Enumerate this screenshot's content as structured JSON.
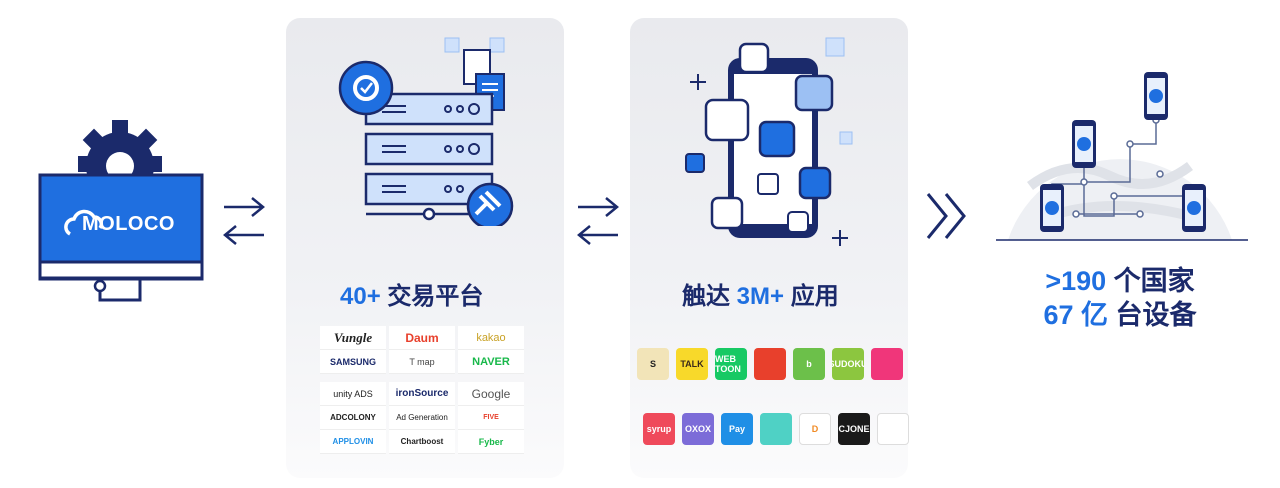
{
  "moloco": {
    "brand": "MOLOCO"
  },
  "exchanges": {
    "count": "40+",
    "label": "交易平台"
  },
  "reach": {
    "prefix": "触达",
    "count": "3M+",
    "label": "应用"
  },
  "stats": {
    "countries_value": ">190",
    "countries_label": "个国家",
    "devices_value": "67 亿",
    "devices_label": "台设备"
  },
  "exchange_logos": [
    "Vungle",
    "Daum",
    "kakao",
    "SAMSUNG",
    "T map",
    "NAVER",
    "unity ADS",
    "ironSource",
    "Google",
    "ADCOLONY",
    "Ad Generation",
    "FIVE",
    "APPLOVIN",
    "Chartboost",
    "Fyber"
  ],
  "app_icons_row1": [
    {
      "name": "scrabble-app-icon",
      "text": "S",
      "color": "#f2e4b8",
      "fg": "#222222"
    },
    {
      "name": "kakaotalk-app-icon",
      "text": "TALK",
      "color": "#f8d92a",
      "fg": "#3a2a1a"
    },
    {
      "name": "webtoon-app-icon",
      "text": "WEB TOON",
      "color": "#17c964",
      "fg": "#ffffff"
    },
    {
      "name": "candy-app-icon",
      "text": "",
      "color": "#e8402c",
      "fg": "#ffffff"
    },
    {
      "name": "b-app-icon",
      "text": "b",
      "color": "#6cc04a",
      "fg": "#ffffff"
    },
    {
      "name": "sudoku-app-icon",
      "text": "SUDOKU",
      "color": "#8cc63f",
      "fg": "#ffffff"
    },
    {
      "name": "shopping-bag-app-icon",
      "text": "",
      "color": "#f0367a",
      "fg": "#ffffff"
    }
  ],
  "app_icons_row2": [
    {
      "name": "syrup-app-icon",
      "text": "syrup",
      "color": "#ef4a5b",
      "fg": "#ffffff"
    },
    {
      "name": "oxo-app-icon",
      "text": "OXOX",
      "color": "#7c6cd8",
      "fg": "#ffffff"
    },
    {
      "name": "pay-app-icon",
      "text": "Pay",
      "color": "#1f8fe6",
      "fg": "#ffffff"
    },
    {
      "name": "peace-app-icon",
      "text": "",
      "color": "#4fd1c5",
      "fg": "#ffffff"
    },
    {
      "name": "d-app-icon",
      "text": "D",
      "color": "#ffffff",
      "fg": "#f08a24"
    },
    {
      "name": "cjone-app-icon",
      "text": "CJONE",
      "color": "#1a1a1a",
      "fg": "#ffffff"
    },
    {
      "name": "map-pin-app-icon",
      "text": "",
      "color": "#ffffff",
      "fg": "#1aa06e"
    }
  ]
}
